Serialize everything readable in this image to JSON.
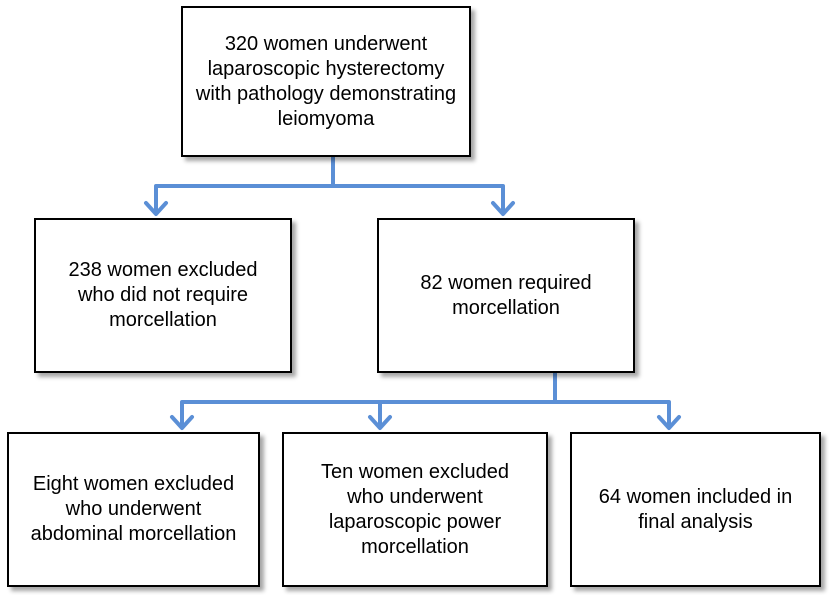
{
  "colors": {
    "connector": "#5b8fd6",
    "box_border": "#000000",
    "background": "#ffffff"
  },
  "nodes": {
    "root": "320 women underwent\nlaparoscopic hysterectomy\nwith pathology demonstrating\nleiomyoma",
    "excluded_no_morcellation": "238 women excluded\nwho did not require\nmorcellation",
    "required_morcellation": "82 women required\nmorcellation",
    "excluded_abdominal": "Eight women excluded\nwho underwent\nabdominal morcellation",
    "excluded_power": "Ten women excluded\nwho underwent\nlaparoscopic power\nmorcellation",
    "included_final": "64 women included in\nfinal analysis"
  }
}
